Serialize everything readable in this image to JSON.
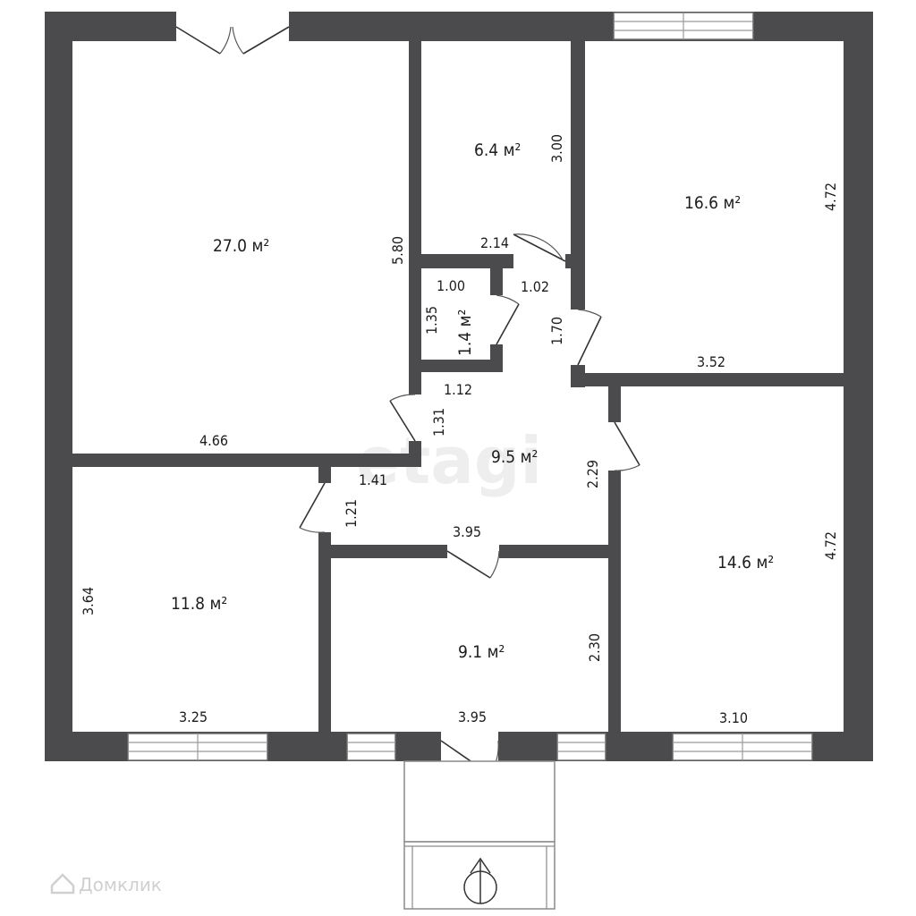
{
  "watermark": "etagi",
  "brand": {
    "name": "Домклик",
    "icon": "house-logo-icon"
  },
  "areas": {
    "living_room": "27.0 м²",
    "storage": "6.4 м²",
    "bedroom_ne": "16.6 м²",
    "bathroom": "1.4 м²",
    "hall": "9.5 м²",
    "bedroom_sw": "11.8 м²",
    "kitchen": "9.1 м²",
    "bedroom_se": "14.6 м²"
  },
  "dimensions": {
    "living_height": "5.80",
    "living_width": "4.66",
    "storage_height": "3.00",
    "storage_width": "2.14",
    "ne_height": "4.72",
    "ne_width": "3.52",
    "bath_width": "1.00",
    "bath_height": "1.35",
    "corridor_width": "1.02",
    "corridor_height": "1.70",
    "hall_top": "1.12",
    "hall_left": "1.31",
    "hall_step": "1.41",
    "hall_right": "2.29",
    "hall_bottom": "3.95",
    "sw_door_wall": "1.21",
    "sw_height": "3.64",
    "sw_width": "3.25",
    "kitchen_height": "2.30",
    "kitchen_width": "3.95",
    "se_height": "4.72",
    "se_width": "3.10"
  },
  "porch": {
    "arrow": "entrance-arrow-icon"
  }
}
